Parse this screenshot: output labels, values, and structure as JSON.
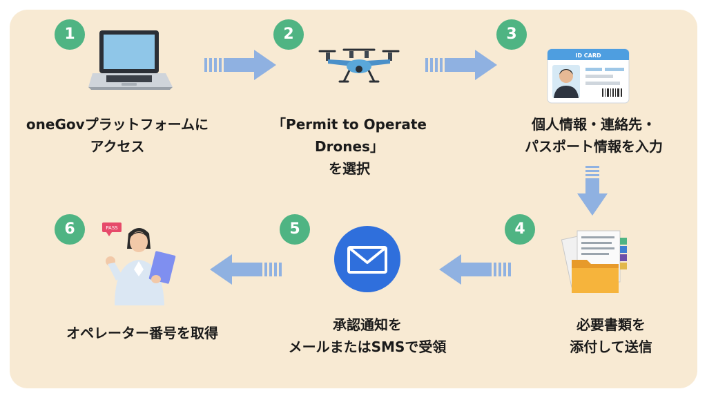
{
  "steps": [
    {
      "num": "1",
      "lines": [
        "oneGovプラットフォームに",
        "アクセス"
      ],
      "icon": "laptop-icon"
    },
    {
      "num": "2",
      "lines": [
        "「Permit to Operate Drones」",
        "を選択"
      ],
      "icon": "drone-icon"
    },
    {
      "num": "3",
      "lines": [
        "個人情報・連絡先・",
        "パスポート情報を入力"
      ],
      "icon": "id-card-icon"
    },
    {
      "num": "4",
      "lines": [
        "必要書類を",
        "添付して送信"
      ],
      "icon": "documents-folder-icon"
    },
    {
      "num": "5",
      "lines": [
        "承認通知を",
        "メールまたはSMSで受領"
      ],
      "icon": "mail-icon"
    },
    {
      "num": "6",
      "lines": [
        "オペレーター番号を取得"
      ],
      "icon": "operator-pass-icon"
    }
  ],
  "id_card": {
    "header": "ID CARD"
  },
  "pass_badge": {
    "text": "PASS"
  },
  "colors": {
    "background": "#f8ead3",
    "badge": "#4fb483",
    "arrow": "#8fb1e1",
    "mail": "#2f6fdc"
  }
}
